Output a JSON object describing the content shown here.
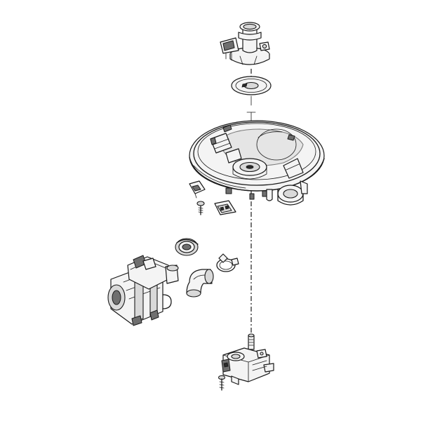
{
  "diagram": {
    "type": "exploded-parts-view",
    "background": "#ffffff",
    "line_color": "#1a1a1a",
    "parts": [
      "filter-housing",
      "filter-gasket",
      "sump-base",
      "grommet-clip",
      "screw",
      "connector-plug",
      "pump-seal-ring",
      "hose-clamp",
      "elbow-hose",
      "circulation-pump-motor",
      "diverter-motor",
      "diverter-screw"
    ]
  }
}
